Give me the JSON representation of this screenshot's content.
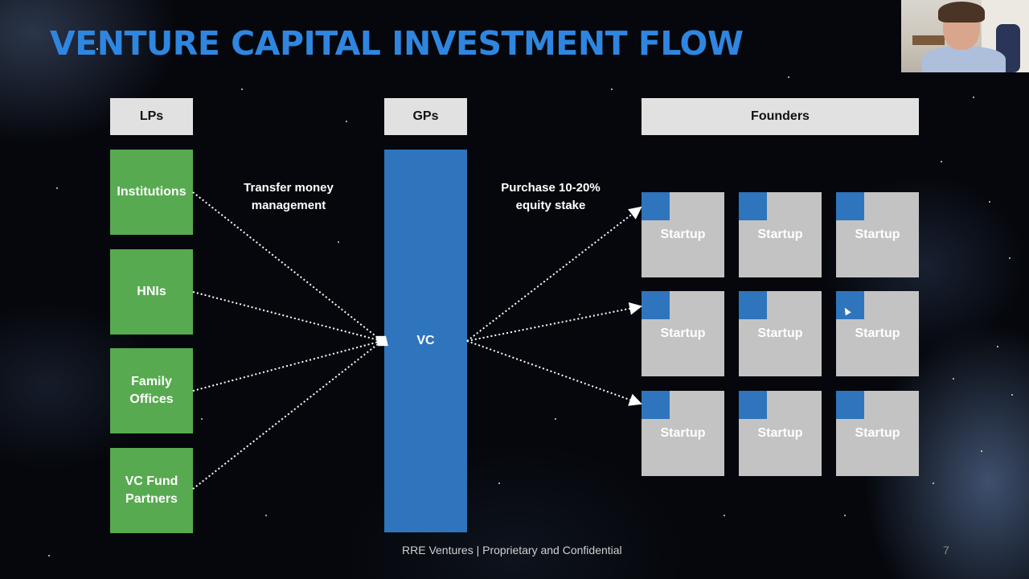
{
  "slide": {
    "title": "VENTURE CAPITAL INVESTMENT FLOW",
    "headers": {
      "lps": "LPs",
      "gps": "GPs",
      "founders": "Founders"
    },
    "lps": [
      "Institutions",
      "HNIs",
      "Family\nOffices",
      "VC Fund\nPartners"
    ],
    "vc_label": "VC",
    "notes": {
      "left": "Transfer money\nmanagement",
      "right": "Purchase 10-20%\nequity stake"
    },
    "startup_label": "Startup",
    "startup_count": 9,
    "footer": "RRE Ventures | Proprietary and Confidential",
    "page_number": "7"
  },
  "colors": {
    "title": "#2f86e0",
    "lp_fill": "#58aa50",
    "vc_fill": "#2e75bd",
    "header_fill": "#e1e1e1",
    "startup_fill": "#c3c3c3",
    "stake_fill": "#2e75bd"
  },
  "webcam": {
    "content": "presenter-video"
  }
}
